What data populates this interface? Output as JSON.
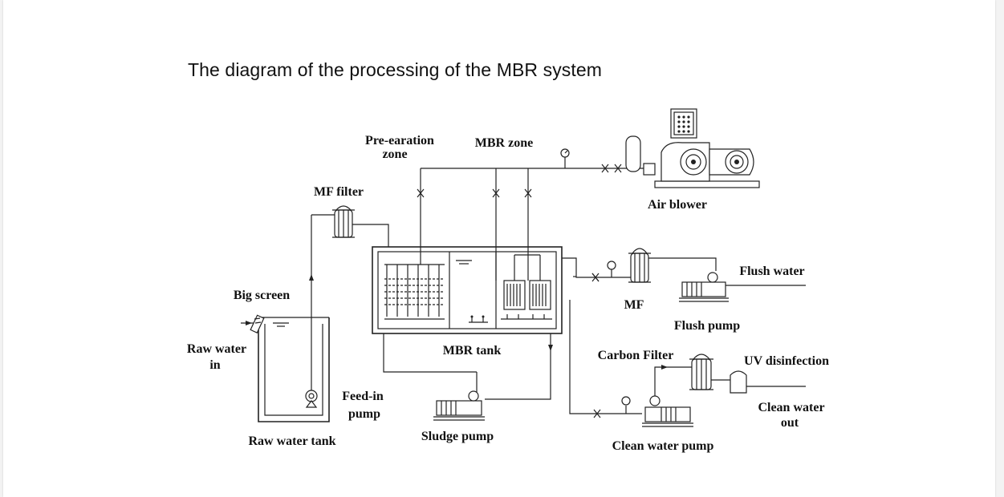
{
  "title": "The diagram of the processing of the MBR system",
  "labels": {
    "pre_aeration": [
      "Pre-earation",
      "zone"
    ],
    "mbr_zone": "MBR zone",
    "mf_filter": "MF filter",
    "air_blower": "Air blower",
    "big_screen": "Big screen",
    "raw_water_in": [
      "Raw water",
      "in"
    ],
    "mbr_tank": "MBR tank",
    "feed_in_pump": [
      "Feed-in",
      "pump"
    ],
    "raw_water_tank": "Raw water tank",
    "sludge_pump": "Sludge pump",
    "mf": "MF",
    "flush_pump": "Flush pump",
    "flush_water": "Flush water",
    "carbon_filter": "Carbon Filter",
    "uv_disinfection": "UV disinfection",
    "clean_water_out": [
      "Clean water",
      "out"
    ],
    "clean_water_pump": "Clean water pump"
  },
  "icons": [
    "pressure-gauge-icon",
    "valve-icon",
    "pump-icon",
    "blower-icon",
    "filter-icon",
    "membrane-module-icon",
    "screen-icon"
  ]
}
